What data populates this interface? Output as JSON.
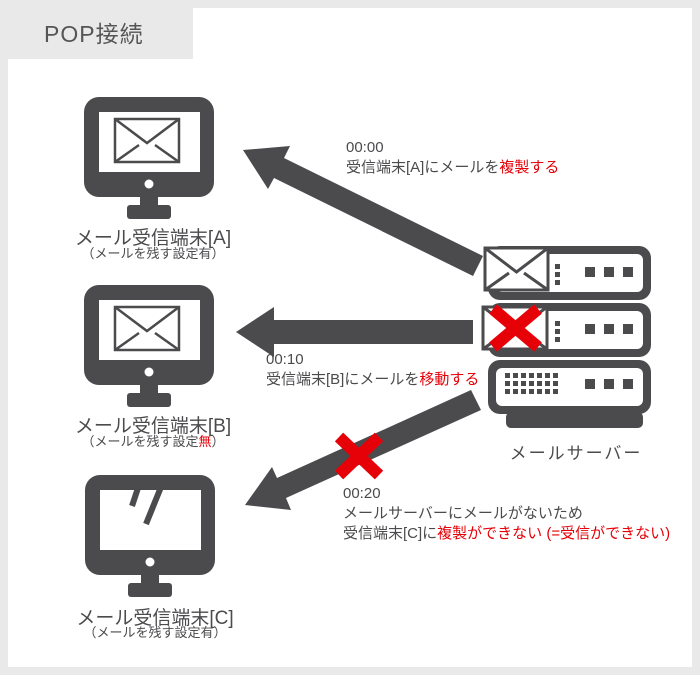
{
  "title": "POP接続",
  "colors": {
    "dark": "#4b4b4e",
    "red": "#e60008",
    "frame": "#e9e9e9"
  },
  "terminals": [
    {
      "label": "メール受信端末[A]",
      "note_before": "（メールを残す設定",
      "note_key": "有",
      "note_after": "）"
    },
    {
      "label": "メール受信端末[B]",
      "note_before": "（メールを残す設定",
      "note_key": "無",
      "note_after": "）"
    },
    {
      "label": "メール受信端末[C]",
      "note_before": "（メールを残す設定",
      "note_key": "有",
      "note_after": "）"
    }
  ],
  "server": {
    "label": "メールサーバー"
  },
  "annotations": [
    {
      "time": "00:00",
      "text": "受信端末[A]にメールを",
      "highlight": "複製する"
    },
    {
      "time": "00:10",
      "text": "受信端末[B]にメールを",
      "highlight": "移動する"
    },
    {
      "time": "00:20",
      "line1": "メールサーバーにメールがないため",
      "text": "受信端末[C]に",
      "highlight": "複製ができない (=受信ができない)"
    }
  ]
}
